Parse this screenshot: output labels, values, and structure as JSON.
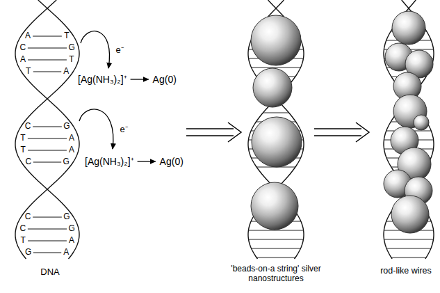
{
  "diagram": {
    "labels": [
      "A",
      "T",
      "C",
      "G",
      "A",
      "T",
      "T",
      "A",
      "C",
      "G",
      "T",
      "A",
      "T",
      "A",
      "C",
      "G",
      "C",
      "G",
      "C",
      "G",
      "T",
      "A",
      "G",
      "A",
      "e⁻",
      "[Ag(NH₃)₂]⁺",
      "Ag(0)",
      "e⁻",
      "[Ag(NH₃)₂]⁺",
      "Ag(0)",
      "DNA",
      "'beads-on-a string' silver nanostructures",
      "rod-like wires"
    ]
  }
}
